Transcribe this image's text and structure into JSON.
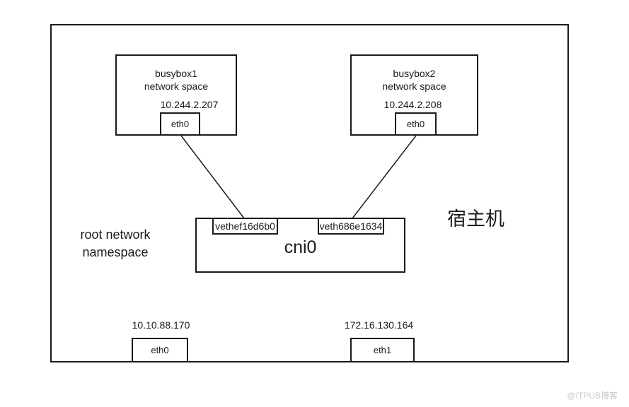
{
  "diagram": {
    "host_label": "宿主机",
    "root_namespace": {
      "line1": "root network",
      "line2": "namespace"
    },
    "pods": [
      {
        "title_line1": "busybox1",
        "title_line2": "network space",
        "ip": "10.244.2.207",
        "iface": "eth0"
      },
      {
        "title_line1": "busybox2",
        "title_line2": "network space",
        "ip": "10.244.2.208",
        "iface": "eth0"
      }
    ],
    "bridge": {
      "name": "cni0",
      "veths": [
        "vethef16d6b0",
        "veth686e1634"
      ]
    },
    "host_ifaces": [
      {
        "ip": "10.10.88.170",
        "name": "eth0"
      },
      {
        "ip": "172.16.130.164",
        "name": "eth1"
      }
    ],
    "watermark": "@ITPUB博客",
    "colors": {
      "line": "#1a1a1a",
      "background": "#ffffff",
      "watermark": "#c9c9c9"
    }
  }
}
